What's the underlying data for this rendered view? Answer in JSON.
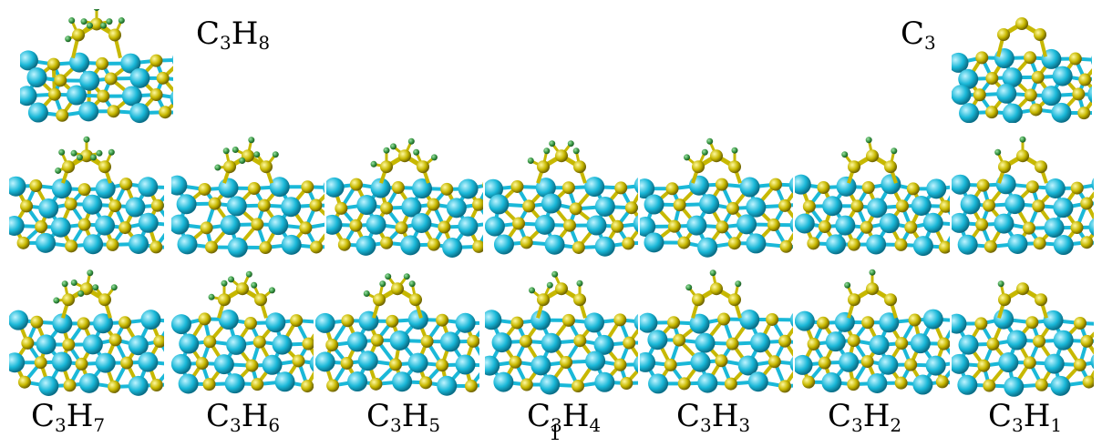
{
  "colors": {
    "background": "#ffffff",
    "substrate_atom": "#1ab8d8",
    "carbon_atom": "#c7b800",
    "hydrogen_atom": "#3a9a45"
  },
  "panels": [
    {
      "id": "C3H8",
      "label_base": "C",
      "sub1": "3",
      "h": "H",
      "sub2": "8"
    },
    {
      "id": "C3",
      "label_base": "C",
      "sub1": "3",
      "h": "",
      "sub2": ""
    },
    {
      "id": "C3H7",
      "label_base": "C",
      "sub1": "3",
      "h": "H",
      "sub2": "7"
    },
    {
      "id": "C3H6",
      "label_base": "C",
      "sub1": "3",
      "h": "H",
      "sub2": "6"
    },
    {
      "id": "C3H5",
      "label_base": "C",
      "sub1": "3",
      "h": "H",
      "sub2": "5"
    },
    {
      "id": "C3H4",
      "label_base": "C",
      "sub1": "3",
      "h": "H",
      "sub2": "4"
    },
    {
      "id": "C3H3",
      "label_base": "C",
      "sub1": "3",
      "h": "H",
      "sub2": "3"
    },
    {
      "id": "C3H2",
      "label_base": "C",
      "sub1": "3",
      "h": "H",
      "sub2": "2"
    },
    {
      "id": "C3H1",
      "label_base": "C",
      "sub1": "3",
      "h": "H",
      "sub2": "1"
    }
  ],
  "page_number": "1"
}
